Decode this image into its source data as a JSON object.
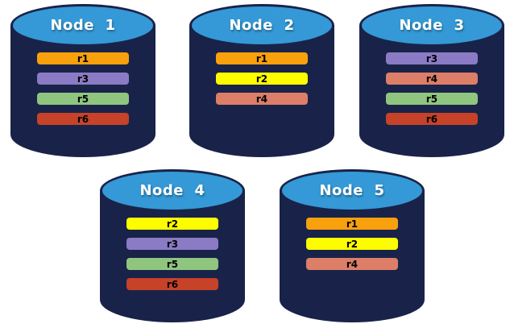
{
  "diagram": {
    "description": "Five database nodes with replicated partitions",
    "replica_palette": {
      "r1": "#F9A00D",
      "r2": "#FDFD00",
      "r3": "#8A7BC4",
      "r4": "#DC7E68",
      "r5": "#8FC57E",
      "r6": "#C64228"
    },
    "nodes": [
      {
        "label": "Node  1",
        "replicas": [
          "r1",
          "r3",
          "r5",
          "r6"
        ]
      },
      {
        "label": "Node  2",
        "replicas": [
          "r1",
          "r2",
          "r4"
        ]
      },
      {
        "label": "Node  3",
        "replicas": [
          "r3",
          "r4",
          "r5",
          "r6"
        ]
      },
      {
        "label": "Node  4",
        "replicas": [
          "r2",
          "r3",
          "r5",
          "r6"
        ]
      },
      {
        "label": "Node  5",
        "replicas": [
          "r1",
          "r2",
          "r4"
        ]
      }
    ],
    "colors": {
      "background": "#FFFFFF",
      "cylinder_body": "#192349",
      "cylinder_top": "#3499D6",
      "node_label_text": "#FFFFFF",
      "replica_label_text": "#000000"
    }
  }
}
